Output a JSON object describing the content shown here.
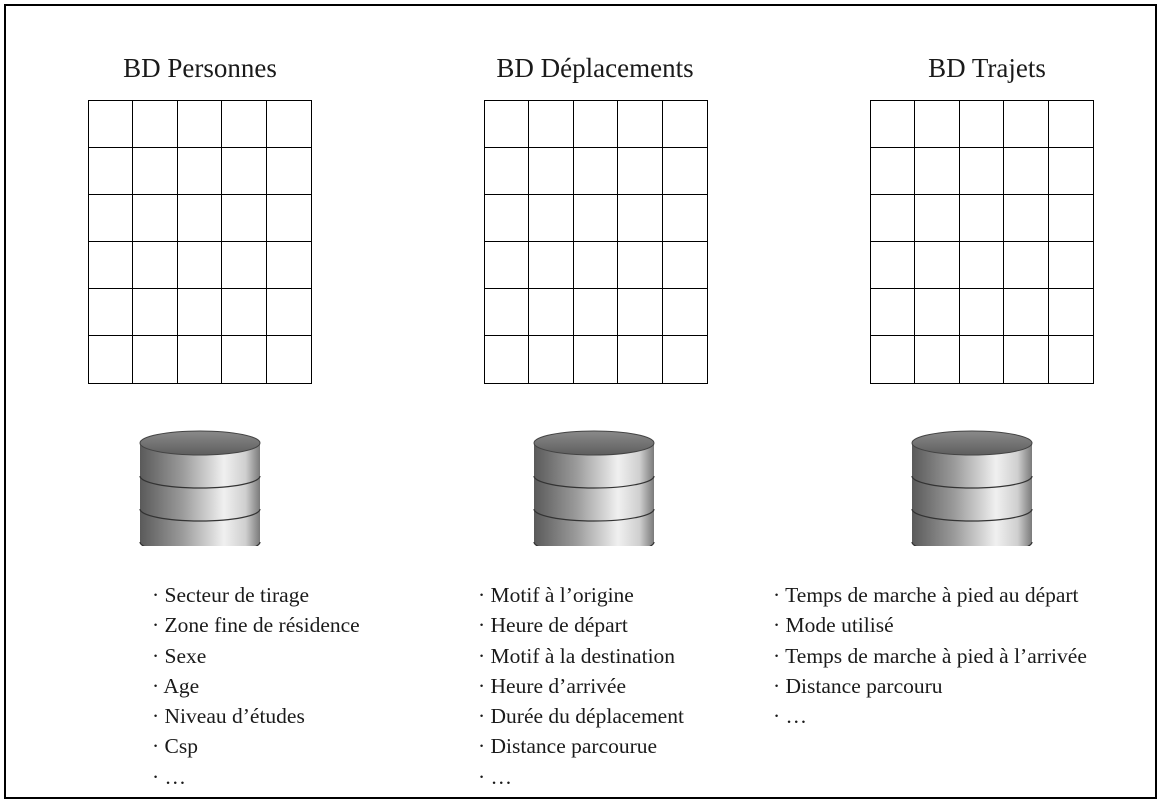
{
  "columns": [
    {
      "title": "BD Personnes",
      "attributes": [
        "· Secteur de tirage",
        "· Zone fine de résidence",
        "· Sexe",
        "· Age",
        "· Niveau d’études",
        "· Csp",
        "· …"
      ]
    },
    {
      "title": "BD Déplacements",
      "attributes": [
        "· Motif à l’origine",
        "· Heure de départ",
        "· Motif à la destination",
        "· Heure d’arrivée",
        "· Durée du déplacement",
        "· Distance parcourue",
        "· …"
      ]
    },
    {
      "title": "BD Trajets",
      "attributes": [
        "· Temps de marche à pied au départ",
        "· Mode utilisé",
        "· Temps de marche à pied à l’arrivée",
        "· Distance parcouru",
        "· …"
      ]
    }
  ],
  "colors": {
    "border": "#000000",
    "db_dark": "#5a5a5a",
    "db_light": "#f0f0f0"
  },
  "icons": {
    "database": "database-icon"
  }
}
